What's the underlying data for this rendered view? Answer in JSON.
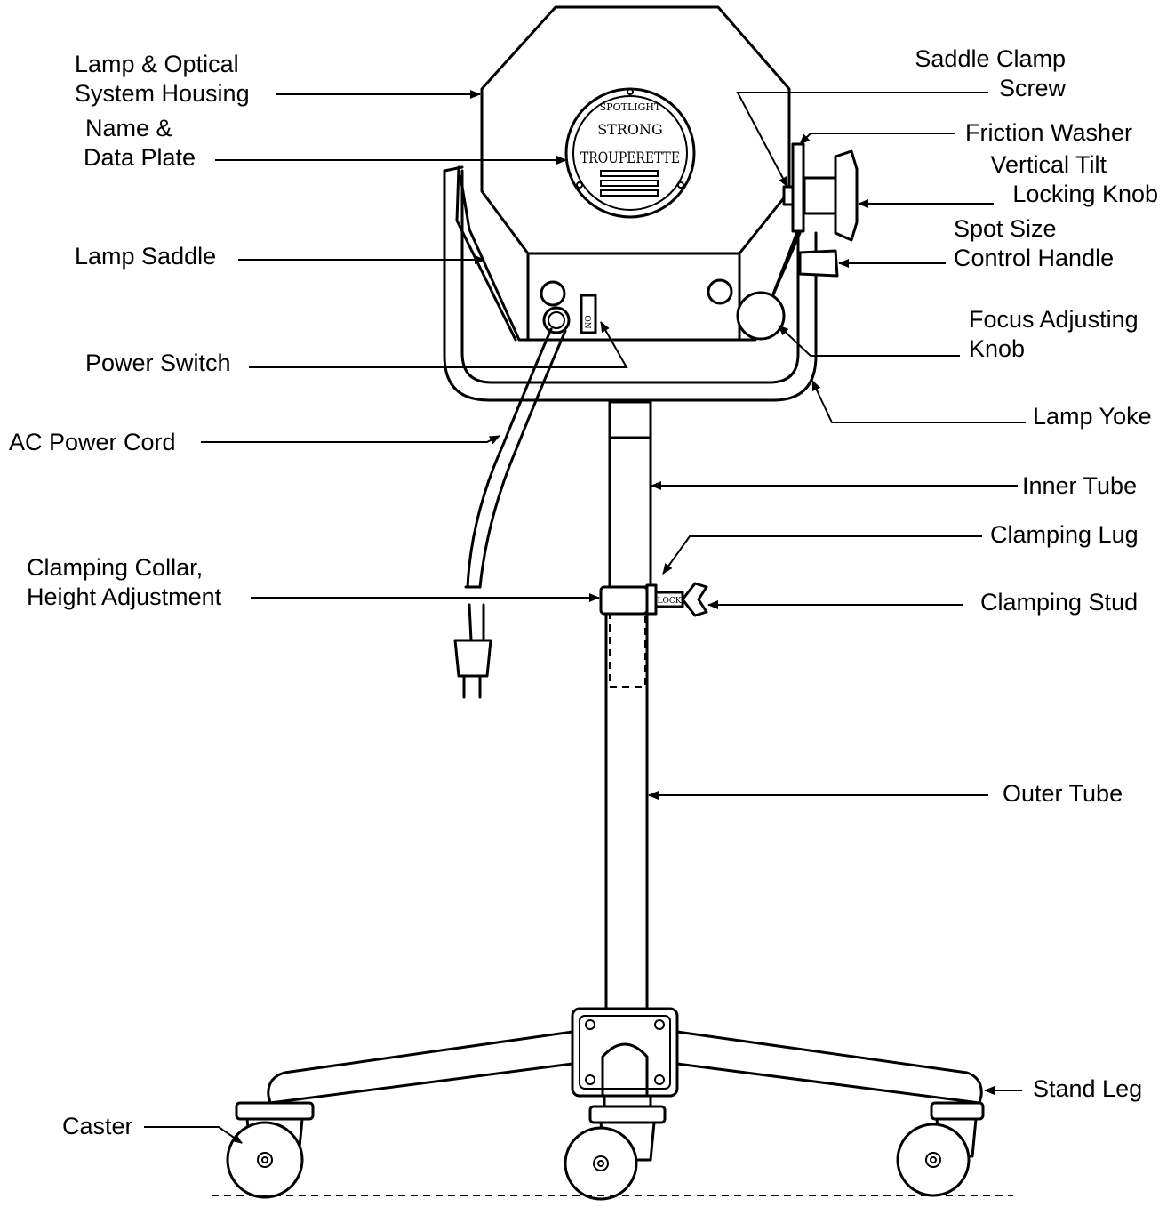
{
  "plate": {
    "line1": "SPOTLIGHT",
    "line2": "STRONG",
    "line3": "TROUPERETTE"
  },
  "switch_text": "ON",
  "stud_text": "LOCK",
  "labels": {
    "lamp_housing": [
      "Lamp & Optical",
      "System Housing"
    ],
    "name_plate": [
      "Name &",
      "Data Plate"
    ],
    "lamp_saddle": "Lamp Saddle",
    "power_switch": "Power Switch",
    "ac_cord": "AC Power Cord",
    "clamping_collar": [
      "Clamping Collar,",
      "Height Adjustment"
    ],
    "caster": "Caster",
    "saddle_clamp_screw": [
      "Saddle Clamp",
      "Screw"
    ],
    "friction_washer": "Friction Washer",
    "vertical_tilt": [
      "Vertical Tilt",
      "Locking Knob"
    ],
    "spot_size": [
      "Spot Size",
      "Control Handle"
    ],
    "focus_knob": [
      "Focus Adjusting",
      "Knob"
    ],
    "lamp_yoke": "Lamp Yoke",
    "inner_tube": "Inner Tube",
    "clamping_lug": "Clamping Lug",
    "clamping_stud": "Clamping Stud",
    "outer_tube": "Outer Tube",
    "stand_leg": "Stand Leg"
  }
}
